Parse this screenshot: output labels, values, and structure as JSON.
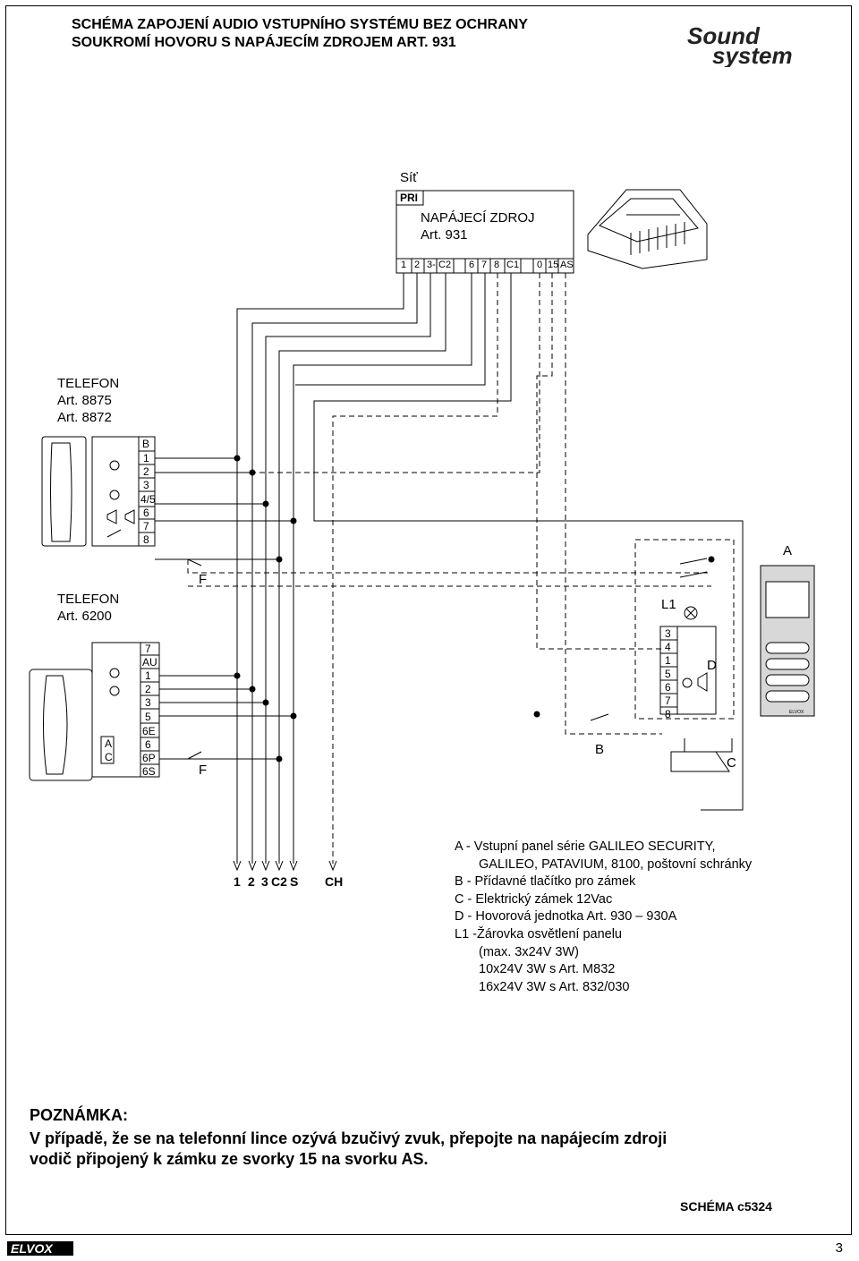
{
  "header": {
    "title_line1": "SCHÉMA ZAPOJENÍ AUDIO VSTUPNÍHO SYSTÉMU BEZ OCHRANY",
    "title_line2": "SOUKROMÍ HOVORU S NAPÁJECÍM ZDROJEM ART. 931",
    "logo_word1": "Sound",
    "logo_word2": "system"
  },
  "diagram": {
    "mains_label": "Síť",
    "pri_label": "PRI",
    "power_supply": {
      "name": "NAPÁJECÍ ZDROJ",
      "art": "Art. 931",
      "terminals": [
        "1",
        "2",
        "3-",
        "C2",
        "6",
        "7",
        "8",
        "C1",
        "0",
        "15",
        "AS"
      ]
    },
    "telefon1": {
      "name": "TELEFON",
      "art1": "Art. 8875",
      "art2": "Art. 8872",
      "terminals": [
        "B",
        "1",
        "2",
        "3",
        "4/5",
        "6",
        "7",
        "8"
      ]
    },
    "telefon2": {
      "name": "TELEFON",
      "art": "Art. 6200",
      "terminals": [
        "7",
        "AU",
        "1",
        "2",
        "3",
        "5",
        "6E",
        "6",
        "6P",
        "6S"
      ]
    },
    "f_label": "F",
    "label_a": "A",
    "label_b": "B",
    "label_c": "C",
    "label_d": "D",
    "label_l1": "L1",
    "unit_terminals": [
      "3",
      "4",
      "1",
      "5",
      "6",
      "7",
      "8"
    ],
    "bottom_terminals": [
      "1",
      "2",
      "3",
      "C2",
      "S",
      "CH"
    ],
    "panel_brand": "ELVOX"
  },
  "legend": [
    "A - Vstupní panel série GALILEO SECURITY,",
    "GALILEO, PATAVIUM, 8100, poštovní schránky",
    "B - Přídavné tlačítko pro zámek",
    "C - Elektrický zámek 12Vac",
    "D - Hovorová jednotka Art. 930 – 930A",
    "L1 -Žárovka osvětlení panelu",
    "(max. 3x24V 3W)",
    "10x24V 3W s Art. M832",
    "16x24V 3W s Art. 832/030"
  ],
  "note": {
    "title": "POZNÁMKA:",
    "line1": "V případě, že se na telefonní lince ozývá bzučivý zvuk, přepojte na napájecím zdroji",
    "line2": "vodič připojený k zámku ze svorky 15 na svorku AS."
  },
  "footer": {
    "scheme": "SCHÉMA c5324",
    "brand": "ELVOX",
    "page": "3"
  }
}
